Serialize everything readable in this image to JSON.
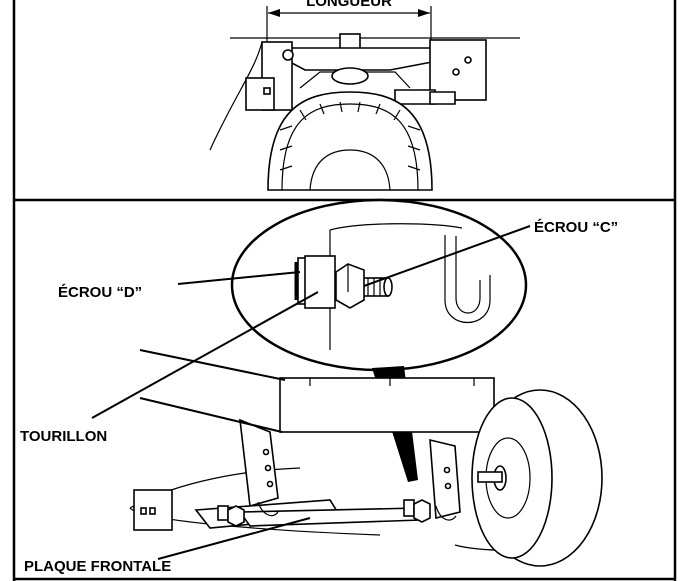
{
  "labels": {
    "top_dimension": "LONGUEUR",
    "nut_c": "ÉCROU “C”",
    "nut_d": "ÉCROU “D”",
    "trunnion": "TOURILLON",
    "front_plate": "PLAQUE FRONTALE"
  }
}
